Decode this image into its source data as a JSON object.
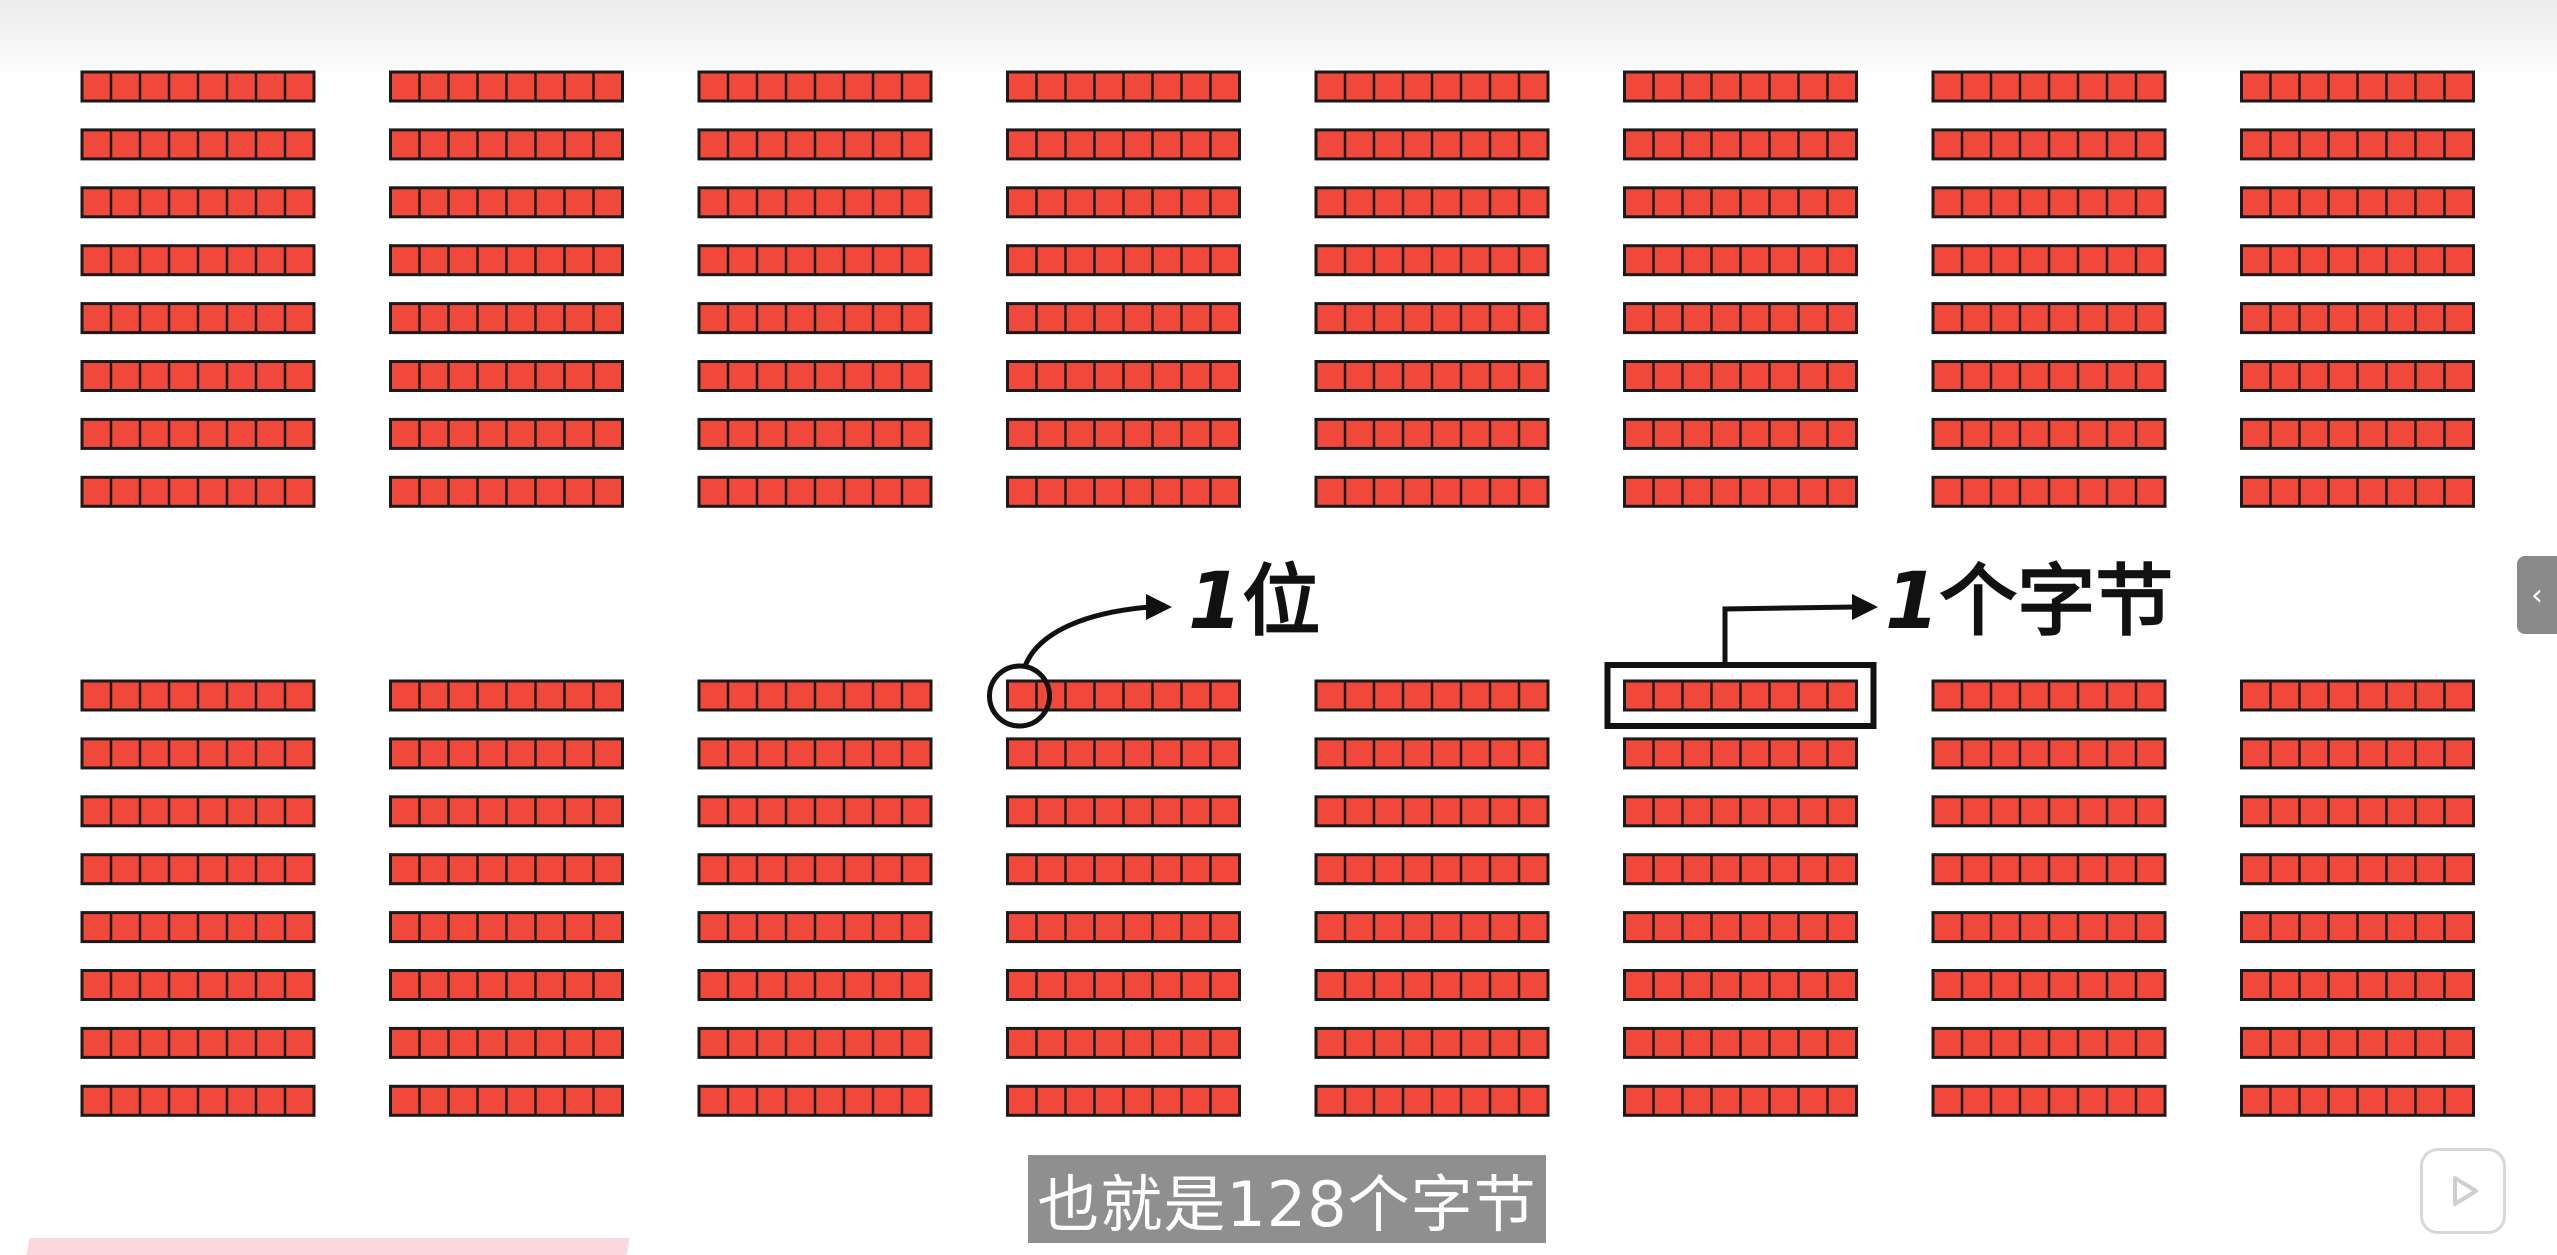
{
  "grid": {
    "groups_per_row": 8,
    "group_rows": 2,
    "bytes_per_group": 8,
    "bits_per_byte": 8,
    "bit_fill": "#f0483b",
    "bit_stroke": "#1a1a1a"
  },
  "annotations": {
    "bit_label_num": "1",
    "bit_label_text": "位",
    "byte_label_num": "1",
    "byte_label_text": "个字节"
  },
  "subtitle": "也就是128个字节",
  "icons": {
    "side_tab": "chevron-left-icon",
    "player": "play-icon"
  }
}
